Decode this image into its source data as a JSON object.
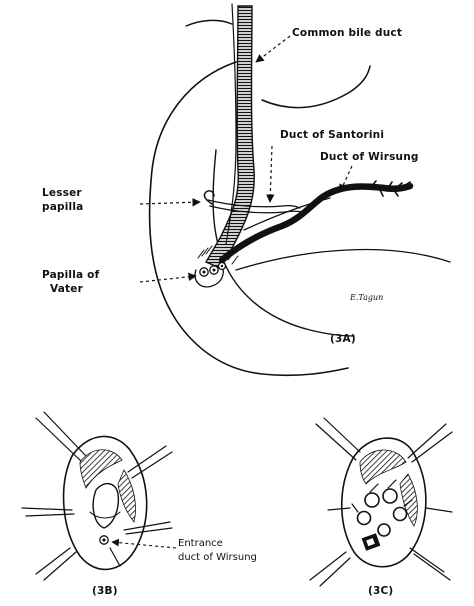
{
  "figure": {
    "panel_3a": {
      "label": "(3A)",
      "labels": {
        "common_bile_duct": "Common bile duct",
        "duct_of_santorini": "Duct of Santorini",
        "duct_of_wirsung": "Duct of Wirsung",
        "lesser_papilla_line1": "Lesser",
        "lesser_papilla_line2": "papilla",
        "papilla_of_vater_line1": "Papilla of",
        "papilla_of_vater_line2": "Vater"
      },
      "signature": "E.Tagun"
    },
    "panel_3b": {
      "label": "(3B)",
      "labels": {
        "entrance_line1": "Entrance",
        "entrance_line2": "duct of Wirsung"
      }
    },
    "panel_3c": {
      "label": "(3C)"
    }
  }
}
